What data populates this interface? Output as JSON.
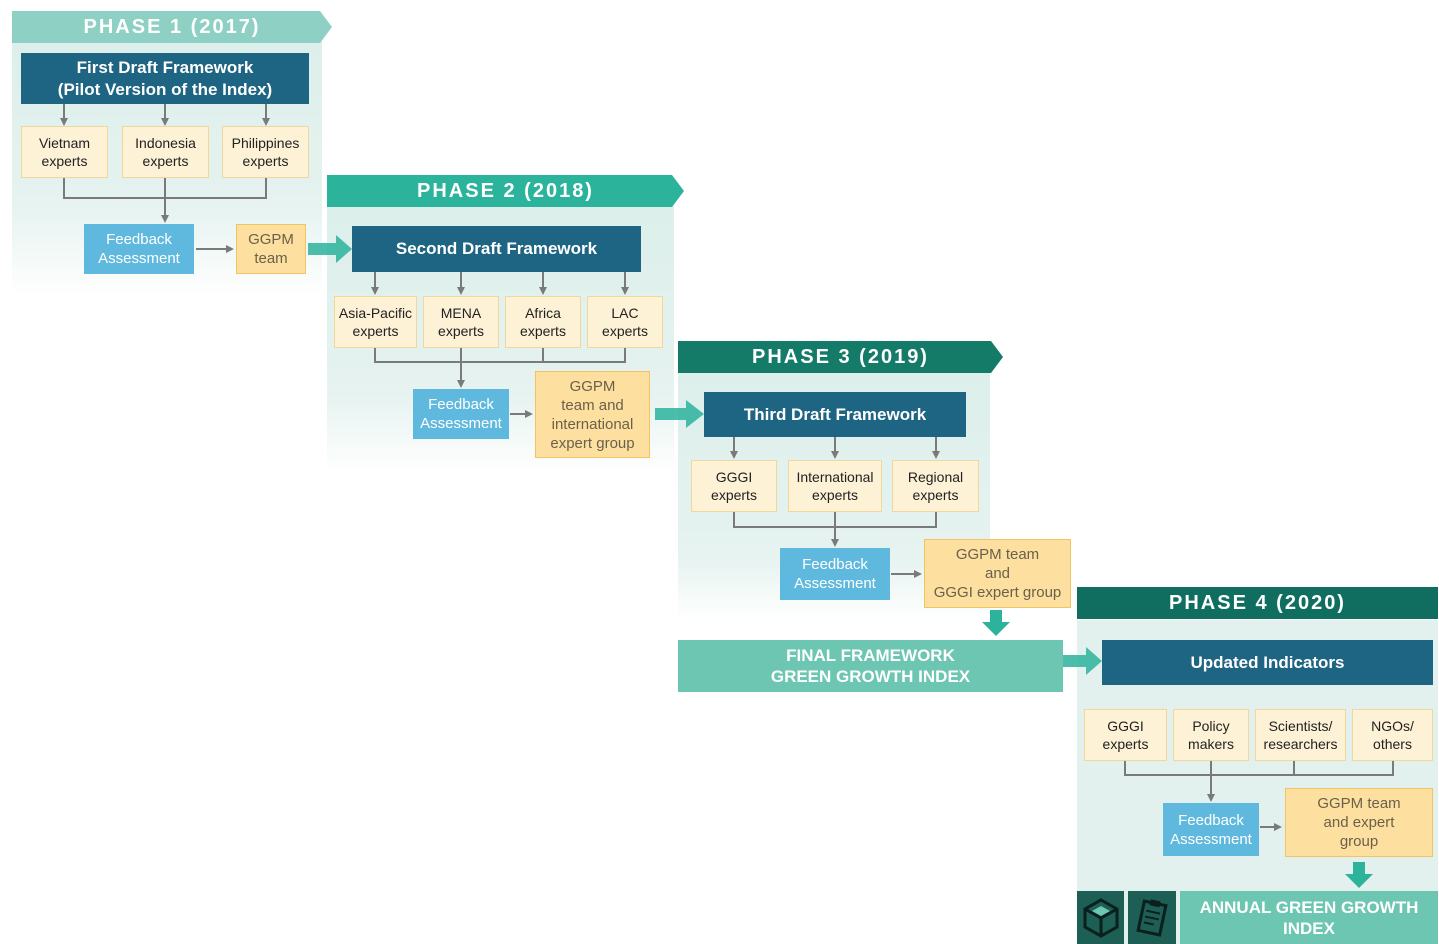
{
  "phase1": {
    "banner": "PHASE 1 (2017)",
    "framework_line1": "First Draft Framework",
    "framework_line2": "(Pilot Version of the Index)",
    "experts": [
      {
        "line1": "Vietnam",
        "line2": "experts"
      },
      {
        "line1": "Indonesia",
        "line2": "experts"
      },
      {
        "line1": "Philippines",
        "line2": "experts"
      }
    ],
    "feedback_line1": "Feedback",
    "feedback_line2": "Assessment",
    "ggpm_line1": "GGPM",
    "ggpm_line2": "team"
  },
  "phase2": {
    "banner": "PHASE 2 (2018)",
    "framework": "Second Draft Framework",
    "experts": [
      {
        "line1": "Asia-Pacific",
        "line2": "experts"
      },
      {
        "line1": "MENA",
        "line2": "experts"
      },
      {
        "line1": "Africa",
        "line2": "experts"
      },
      {
        "line1": "LAC",
        "line2": "experts"
      }
    ],
    "feedback_line1": "Feedback",
    "feedback_line2": "Assessment",
    "ggpm_lines": [
      "GGPM",
      "team and",
      "international",
      "expert group"
    ]
  },
  "phase3": {
    "banner": "PHASE 3 (2019)",
    "framework": "Third Draft Framework",
    "experts": [
      {
        "line1": "GGGI",
        "line2": "experts"
      },
      {
        "line1": "International",
        "line2": "experts"
      },
      {
        "line1": "Regional",
        "line2": "experts"
      }
    ],
    "feedback_line1": "Feedback",
    "feedback_line2": "Assessment",
    "ggpm_lines": [
      "GGPM team",
      "and",
      "GGGI expert group"
    ]
  },
  "final": {
    "line1": "FINAL FRAMEWORK",
    "line2": "GREEN GROWTH INDEX"
  },
  "phase4": {
    "banner": "PHASE 4 (2020)",
    "framework": "Updated Indicators",
    "experts": [
      {
        "line1": "GGGI",
        "line2": "experts"
      },
      {
        "line1": "Policy",
        "line2": "makers"
      },
      {
        "line1": "Scientists/",
        "line2": "researchers"
      },
      {
        "line1": "NGOs/",
        "line2": "others"
      }
    ],
    "feedback_line1": "Feedback",
    "feedback_line2": "Assessment",
    "ggpm_lines": [
      "GGPM team",
      "and expert",
      "group"
    ]
  },
  "annual": {
    "line1": "ANNUAL GREEN GROWTH",
    "line2": "INDEX"
  },
  "icons": [
    "cube-logo-icon",
    "clipboard-icon"
  ],
  "colors": {
    "phase1_banner": "#8fd0c4",
    "phase2_banner": "#2bb39c",
    "phase3_banner": "#147b68",
    "phase4_banner": "#0f6e60",
    "framework_box": "#1e6483",
    "feedback_box": "#5fb9de",
    "expert_box": "#fdf1d6",
    "ggpm_box": "#fde0a0",
    "final_box": "#6cc6b2",
    "arrow_teal": "#2bb39c"
  }
}
